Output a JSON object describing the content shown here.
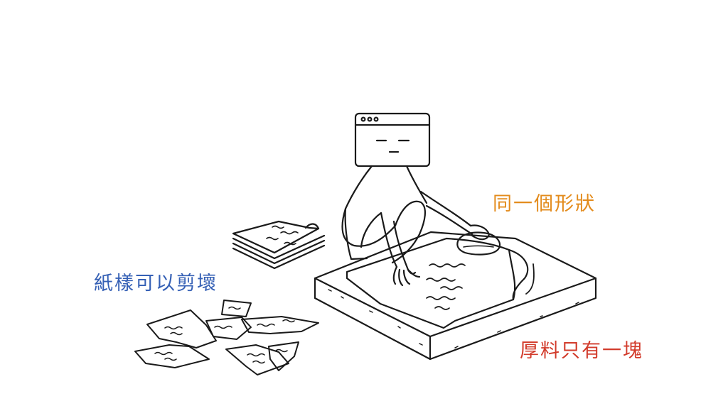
{
  "labels": {
    "same_shape": "同一個形狀",
    "thick_material": "厚料只有一塊",
    "paper_samples": "紙樣可以剪壞"
  },
  "colors": {
    "same_shape": "#e38b1c",
    "thick_material": "#d23b2b",
    "paper_samples": "#3560b5",
    "ink": "#1a1a1a"
  },
  "icons": {
    "character_head": "browser-window-icon"
  }
}
